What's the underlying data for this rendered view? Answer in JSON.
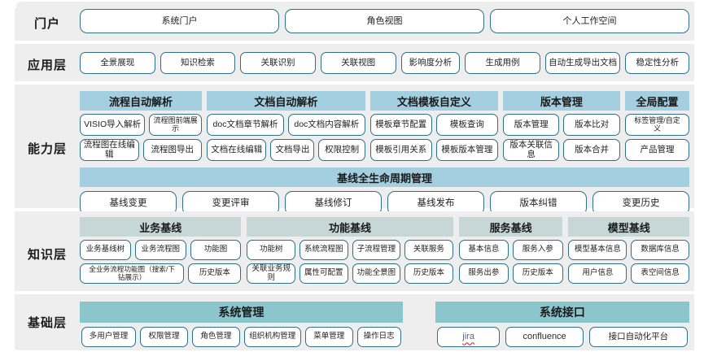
{
  "title": "系统架构分层图",
  "colors": {
    "band_bg": "#eeeeee",
    "pill_border": "#2f6f88",
    "cap_header": "#a4cfe0",
    "know_header": "#c7d6d6",
    "base_header": "#8cc6cd",
    "page_bg": "#ffffff"
  },
  "layers": [
    {
      "key": "portal",
      "label": "门户",
      "items": [
        "系统门户",
        "角色视图",
        "个人工作空间"
      ]
    },
    {
      "key": "application",
      "label": "应用层",
      "items": [
        "全景展现",
        "知识检索",
        "关联识别",
        "关联视图",
        "影响度分析",
        "生成用例",
        "自动生成导出文档",
        "稳定性分析"
      ]
    },
    {
      "key": "capability",
      "label": "能力层",
      "groups": [
        {
          "header": "流程自动解析",
          "row1": [
            "VISIO导入解析",
            "流程图前端展\n示"
          ],
          "row2": [
            "流程图在线编辑",
            "流程图导出"
          ]
        },
        {
          "header": "文档自动解析",
          "row1": [
            "doc文档章节解析",
            "doc文档内容解析"
          ],
          "row2": [
            "文档在线编辑",
            "文档导出",
            "权限控制"
          ]
        },
        {
          "header": "文档模板自定义",
          "row1": [
            "模板章节配置",
            "模板查询"
          ],
          "row2": [
            "模板引用关系",
            "模板版本管理"
          ]
        },
        {
          "header": "版本管理",
          "row1": [
            "版本管理",
            "版本比对"
          ],
          "row2": [
            "版本关联信息",
            "版本合并"
          ]
        },
        {
          "header": "全局配置",
          "row1": [
            "标签管理/自定\n义"
          ],
          "row2": [
            "产品管理"
          ]
        }
      ],
      "lifecycle": {
        "header": "基线全生命周期管理",
        "items": [
          "基线变更",
          "变更评审",
          "基线修订",
          "基线发布",
          "版本纠错",
          "变更历史"
        ]
      }
    },
    {
      "key": "knowledge",
      "label": "知识层",
      "groups": [
        {
          "header": "业务基线",
          "row1": [
            "业务基线树",
            "业务流程图",
            "功能图"
          ],
          "row2": [
            "全业务流程功能图（搜索/下\n钻展示）",
            "历史版本"
          ]
        },
        {
          "header": "功能基线",
          "row1": [
            "功能树",
            "系统流程图",
            "子流程管理",
            "关联服务"
          ],
          "row2": [
            "关联业务规则",
            "属性可配置",
            "功能全景图",
            "历史版本"
          ]
        },
        {
          "header": "服务基线",
          "row1": [
            "基本信息",
            "服务入参"
          ],
          "row2": [
            "服务出参",
            "历史版本"
          ]
        },
        {
          "header": "模型基线",
          "row1": [
            "模型基本信息",
            "数据库信息"
          ],
          "row2": [
            "用户信息",
            "表空间信息"
          ]
        }
      ]
    },
    {
      "key": "base",
      "label": "基础层",
      "groups": [
        {
          "header": "系统管理",
          "row1": [
            "多用户管理",
            "权限管理",
            "角色管理",
            "组织机构管理",
            "菜单管理",
            "操作日志"
          ]
        },
        {
          "header": "系统接口",
          "row1": [
            "jira",
            "confluence",
            "接口自动化平台"
          ]
        }
      ]
    }
  ]
}
